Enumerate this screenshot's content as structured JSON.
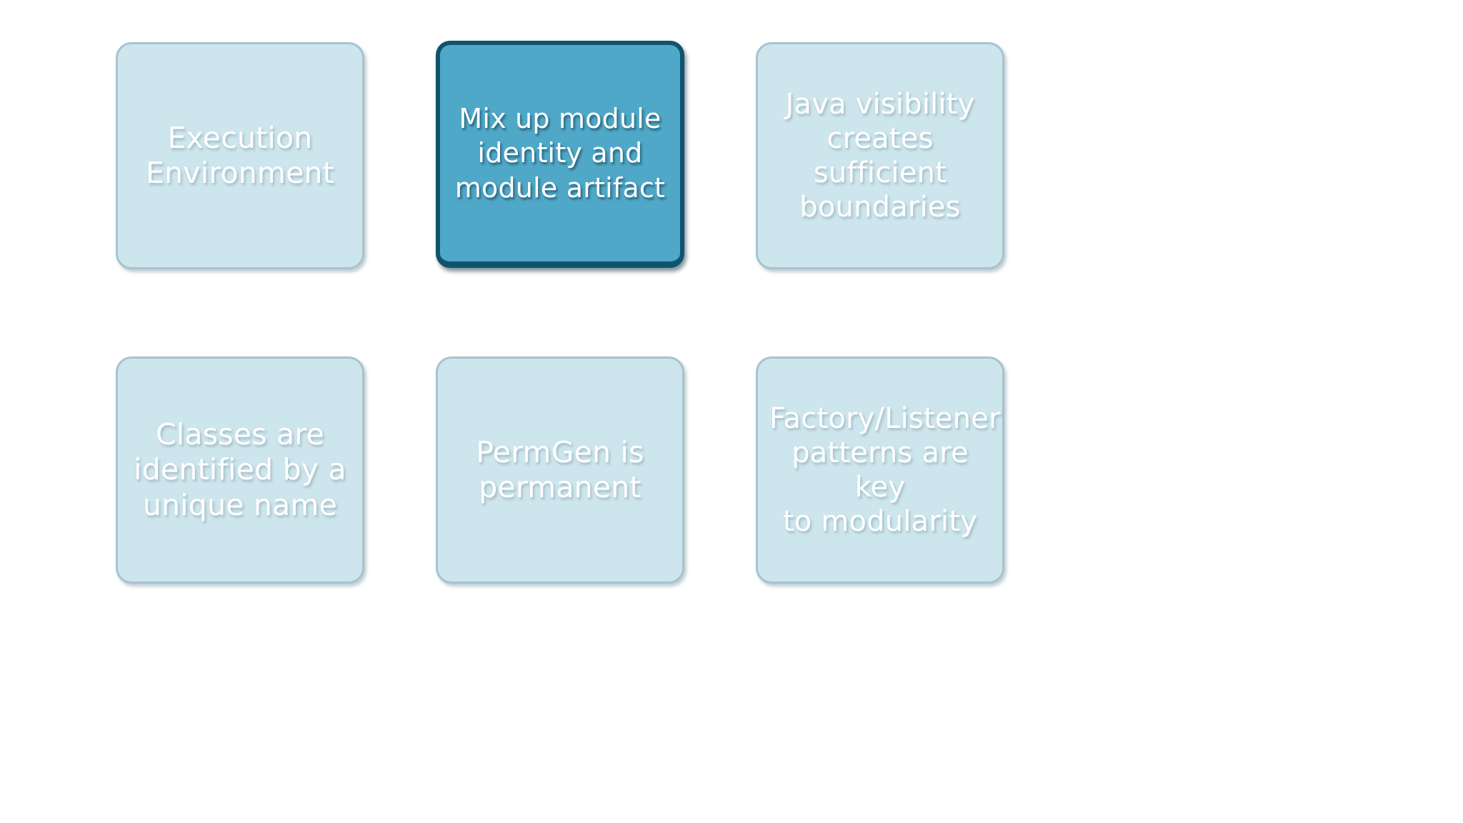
{
  "slide": {
    "background_color": "#ffffff",
    "layout": "2-row by 3-column grid of rounded rectangle cards"
  },
  "theme": {
    "card_fill": "#cde5ec",
    "card_border": "#a7c3cf",
    "highlight_fill": "#50a8c8",
    "highlight_border": "#10536d",
    "text_color": "#ffffff"
  },
  "cards": [
    {
      "id": "execution-environment",
      "text": "Execution\nEnvironment",
      "highlighted": false,
      "row": 1,
      "column": 1
    },
    {
      "id": "mix-up-module-identity-and-module-artifact",
      "text": "Mix up module\nidentity and\nmodule artifact",
      "highlighted": true,
      "row": 1,
      "column": 2
    },
    {
      "id": "java-visibility-creates-sufficient-boundaries",
      "text": "Java visibility\ncreates\nsufficient\nboundaries",
      "highlighted": false,
      "row": 1,
      "column": 3
    },
    {
      "id": "classes-are-identified-by-a-unique-name",
      "text": "Classes are\nidentified by a\nunique name",
      "highlighted": false,
      "row": 2,
      "column": 1
    },
    {
      "id": "permgen-is-permanent",
      "text": "PermGen is\npermanent",
      "highlighted": false,
      "row": 2,
      "column": 2
    },
    {
      "id": "factory-listener-patterns-are-key-to-modularity",
      "text": "Factory/Listener\npatterns are key\nto modularity",
      "highlighted": false,
      "row": 2,
      "column": 3
    }
  ]
}
